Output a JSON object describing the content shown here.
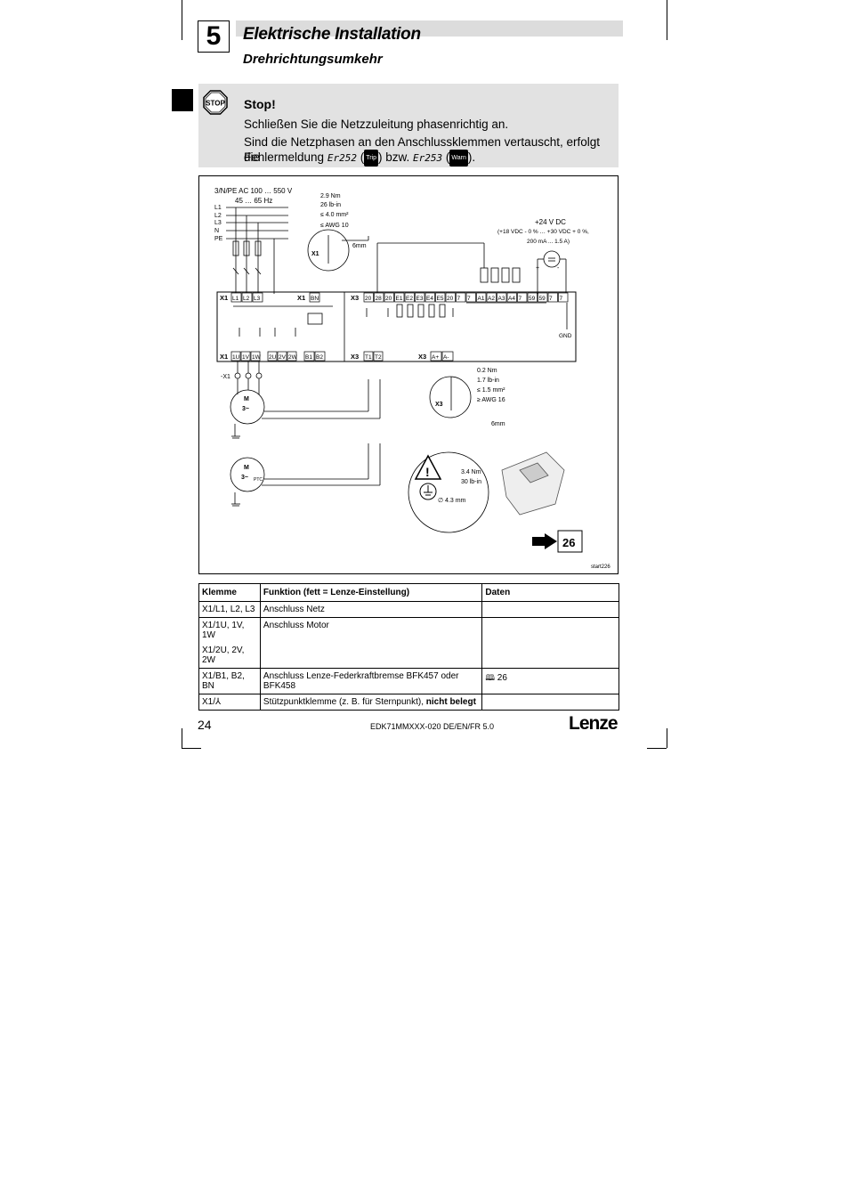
{
  "header": {
    "chapter_number": "5",
    "title": "Elektrische Installation",
    "subtitle": "Drehrichtungsumkehr"
  },
  "stop_notice": {
    "icon": "stop-sign-icon",
    "icon_text": "STOP",
    "heading": "Stop!",
    "line1": "Schließen Sie die Netzzuleitung phasenrichtig an.",
    "line2_a": "Sind die Netzphasen an den Anschlussklemmen vertauscht, erfolgt die",
    "line2_b": "Fehlermeldung",
    "err1": "Er252",
    "badge1": "Trip",
    "mid": "bzw.",
    "err2": "Er253",
    "badge2": "Warn"
  },
  "diagram": {
    "supply": "3/N/PE AC 100 … 550 V",
    "freq": "45 … 65 Hz",
    "phases": [
      "L1",
      "L2",
      "L3",
      "N",
      "PE"
    ],
    "torque_x1": [
      "2.9 Nm",
      "26 lb-in",
      "≤ 4.0 mm²",
      "≤ AWG 10"
    ],
    "strip_x1": "6mm",
    "x1_label": "X1",
    "x3_label": "X3",
    "dc_supply": "+24 V DC",
    "dc_tol": "(+18 VDC - 0 % … +30 VDC + 0 %,",
    "dc_current": "200 mA ... 1.5 A)",
    "x1_top_terms": [
      "L1",
      "L2",
      "L3"
    ],
    "bn": "BN",
    "x3_top_terms": [
      "20",
      "28",
      "20",
      "E1",
      "E2",
      "E3",
      "E4",
      "E5",
      "20",
      "7",
      "7",
      "A1",
      "A2",
      "A3",
      "A4",
      "7",
      "59",
      "59",
      "7",
      "7"
    ],
    "x1_bottom_terms": [
      "1U",
      "1V",
      "1W",
      "2U",
      "2V",
      "2W",
      "B1",
      "B2"
    ],
    "x3_bottom_a": [
      "T1",
      "T2"
    ],
    "x3_bottom_b": [
      "A+",
      "A-"
    ],
    "gnd": "GND",
    "x1_minus": "-X1",
    "motor": "M",
    "motor_phase": "3~",
    "ptc": "PTC",
    "torque_x3": [
      "0.2 Nm",
      "1.7 lb-in",
      "≤ 1.5 mm²",
      "≥ AWG 16"
    ],
    "strip_x3": "6mm",
    "pe_torque": [
      "3.4 Nm",
      "30 lb-in"
    ],
    "pe_diameter": "∅ 4.3 mm",
    "ref_page": "26",
    "figure_id": "start226"
  },
  "table": {
    "headers": [
      "Klemme",
      "Funktion (fett = Lenze-Einstellung)",
      "Daten"
    ],
    "rows": [
      {
        "klemme": "X1/L1, L2, L3",
        "funktion": "Anschluss Netz",
        "daten": ""
      },
      {
        "klemme": "X1/1U, 1V, 1W",
        "funktion": "Anschluss Motor",
        "daten": ""
      },
      {
        "klemme": "X1/2U, 2V, 2W",
        "funktion": "",
        "daten": ""
      },
      {
        "klemme": "X1/B1, B2, BN",
        "funktion": "Anschluss Lenze-Federkraftbremse BFK457 oder BFK458",
        "daten": "26"
      },
      {
        "klemme": "X1/",
        "funktion": "Stützpunktklemme (z. B. für Sternpunkt), ",
        "funktion_bold": "nicht belegt",
        "daten": ""
      }
    ]
  },
  "footer": {
    "page": "24",
    "doc_id": "EDK71MMXXX-020 DE/EN/FR 5.0",
    "logo": "Lenze"
  }
}
